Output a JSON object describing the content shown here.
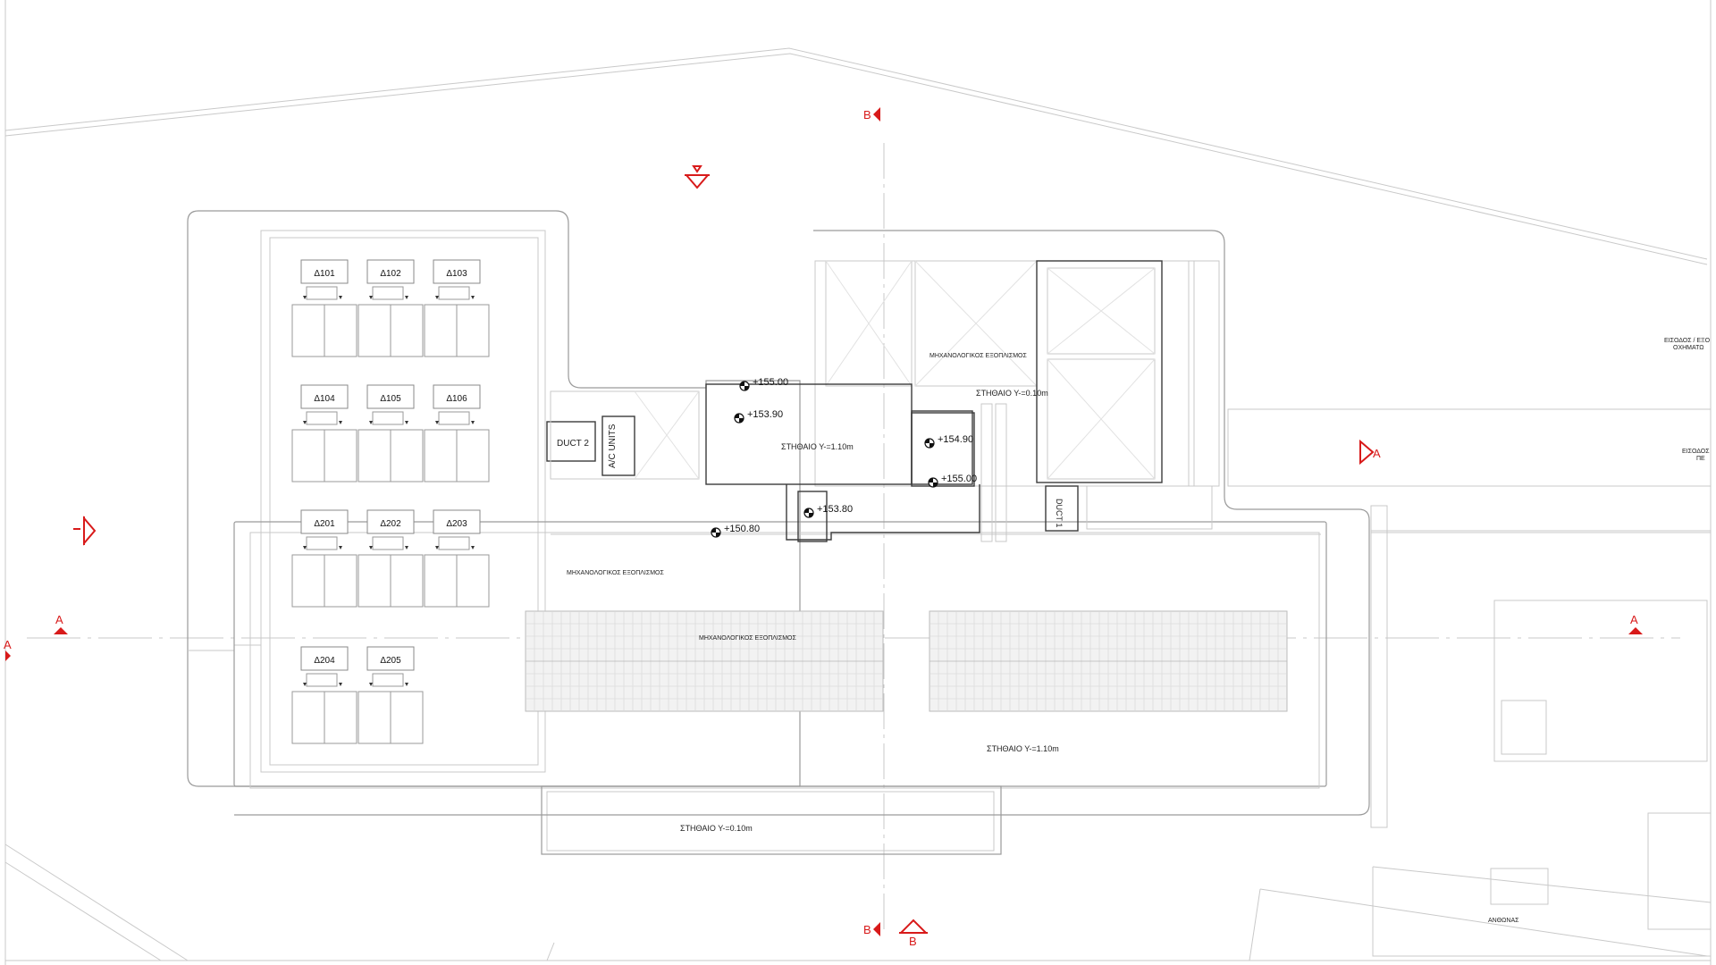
{
  "rooms": [
    "Δ101",
    "Δ102",
    "Δ103",
    "Δ104",
    "Δ105",
    "Δ106",
    "Δ201",
    "Δ202",
    "Δ203",
    "Δ204",
    "Δ205"
  ],
  "labels": {
    "duct2": "DUCT 2",
    "duct1": "DUCT 1",
    "ac_units": "A/C UNITS",
    "mech_equipment": "ΜΗΧΑΝΟΛΟΓΙΚΟΣ ΕΞΟΠΛΙΣΜΟΣ",
    "parapet_110a": "ΣΤΗΘΑΙΟ Υ-=1.10m",
    "parapet_010a": "ΣΤΗΘΑΙΟ Υ-=0.10m",
    "parapet_110b": "ΣΤΗΘΑΙΟ Υ-=1.10m",
    "parapet_010b": "ΣΤΗΘΑΙΟ Υ-=0.10m",
    "garden": "ΑΝΘΩΝΑΣ",
    "vehicle_entrance_1": "ΕΙΣΟΔΟΣ / ΕΞΟ",
    "vehicle_entrance_2": "ΟΧΗΜΑΤΩ",
    "entrance_right": "ΕΙΣΟΔΟΣ",
    "entrance_right_2": "ΠΕ"
  },
  "elevations": [
    "+155.00",
    "+153.90",
    "+154.90",
    "+155.00",
    "+153.80",
    "+150.80"
  ],
  "section_marks": {
    "a": "A",
    "b": "B"
  },
  "colors": {
    "background": "#ffffff",
    "lines": "#9a9a9a",
    "text": "#222222",
    "section_red": "#d81a1a"
  }
}
